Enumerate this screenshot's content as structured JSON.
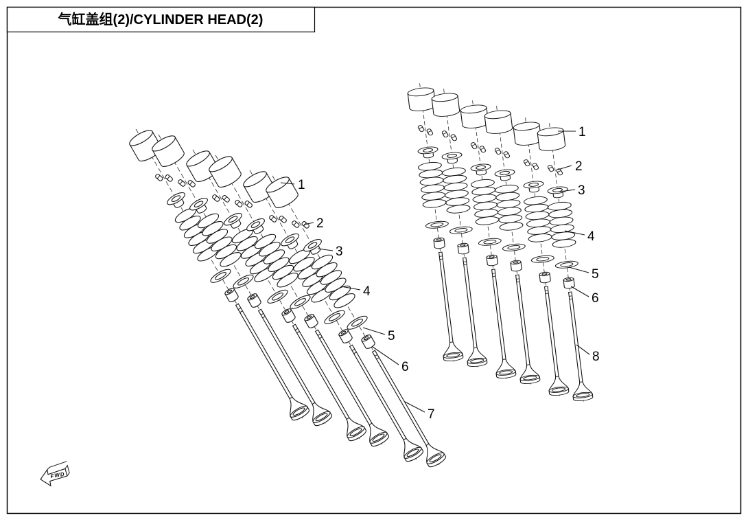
{
  "title": "气缸盖组(2)/CYLINDER HEAD(2)",
  "fwd": {
    "label": "FWD"
  },
  "callouts": {
    "left": [
      {
        "label": "1"
      },
      {
        "label": "2"
      },
      {
        "label": "3"
      },
      {
        "label": "4"
      },
      {
        "label": "5"
      },
      {
        "label": "6"
      },
      {
        "label": "7"
      }
    ],
    "right": [
      {
        "label": "1"
      },
      {
        "label": "2"
      },
      {
        "label": "3"
      },
      {
        "label": "4"
      },
      {
        "label": "5"
      },
      {
        "label": "6"
      },
      {
        "label": "8"
      }
    ]
  }
}
